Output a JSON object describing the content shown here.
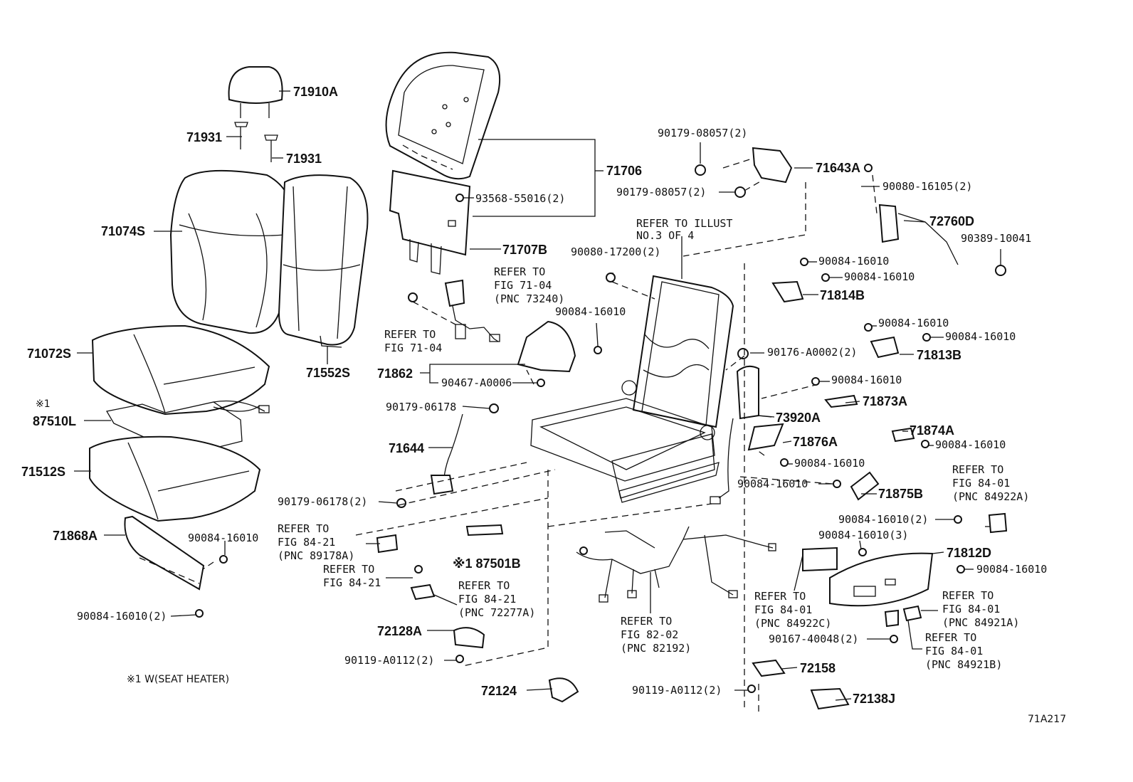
{
  "footnote": "※1 W(SEAT HEATER)",
  "figure_id": "71A217",
  "parts": {
    "p71910A": "71910A",
    "p71931a": "71931",
    "p71931b": "71931",
    "p71706": "71706",
    "p93568": "93568-55016(2)",
    "p71707B": "71707B",
    "p71074S": "71074S",
    "p71552S": "71552S",
    "p71072S": "71072S",
    "p87510L_mark": "※1",
    "p87510L": "87510L",
    "p71512S": "71512S",
    "p71868A": "71868A",
    "p90084_16010_left": "90084-16010",
    "p90084_16010_2_left": "90084-16010(2)",
    "p71862": "71862",
    "p90467": "90467-A0006",
    "p90179_06178": "90179-06178",
    "p71644": "71644",
    "p90179_06178_2": "90179-06178(2)",
    "p87501B": "※1 87501B",
    "p72128A": "72128A",
    "p90119_A0112_a": "90119-A0112(2)",
    "p72124": "72124",
    "p90084_16010_mid": "90084-16010",
    "p90080_17200": "90080-17200(2)",
    "p90179_08057_top": "90179-08057(2)",
    "p90179_08057_b": "90179-08057(2)",
    "p71643A": "71643A",
    "p90080_16105": "90080-16105(2)",
    "p72760D": "72760D",
    "p90389": "90389-10041",
    "p90084_a": "90084-16010",
    "p90084_b": "90084-16010",
    "p71814B": "71814B",
    "p90084_c": "90084-16010",
    "p90084_d": "90084-16010",
    "p71813B": "71813B",
    "p90176": "90176-A0002(2)",
    "p90084_e": "90084-16010",
    "p71873A": "71873A",
    "p73920A": "73920A",
    "p71874A": "71874A",
    "p90084_f": "90084-16010",
    "p71876A": "71876A",
    "p90084_g": "90084-16010",
    "p90084_h": "90084-16010",
    "p71875B": "71875B",
    "p90084_2": "90084-16010(2)",
    "p90084_3": "90084-16010(3)",
    "p71812D": "71812D",
    "p90084_i": "90084-16010",
    "p90167": "90167-40048(2)",
    "p72158": "72158",
    "p90119_A0112_b": "90119-A0112(2)",
    "p72138J": "72138J"
  },
  "refs": {
    "r_illust": [
      "REFER TO ILLUST",
      "NO.3 OF 4"
    ],
    "r_fig7104_pnc": [
      "REFER TO",
      "FIG 71-04",
      "(PNC 73240)"
    ],
    "r_fig7104": [
      "REFER TO",
      "FIG 71-04"
    ],
    "r_fig8421_89178": [
      "REFER TO",
      "FIG 84-21",
      "(PNC 89178A)"
    ],
    "r_fig8421": [
      "REFER TO",
      "FIG 84-21"
    ],
    "r_fig8421_72277": [
      "REFER TO",
      "FIG 84-21",
      "(PNC 72277A)"
    ],
    "r_fig8202": [
      "REFER TO",
      "FIG 82-02",
      "(PNC 82192)"
    ],
    "r_fig8401_84922C": [
      "REFER TO",
      "FIG 84-01",
      "(PNC 84922C)"
    ],
    "r_fig8401_84922A": [
      "REFER TO",
      "FIG 84-01",
      "(PNC 84922A)"
    ],
    "r_fig8401_84921A": [
      "REFER TO",
      "FIG 84-01",
      "(PNC 84921A)"
    ],
    "r_fig8401_84921B": [
      "REFER TO",
      "FIG 84-01",
      "(PNC 84921B)"
    ]
  }
}
